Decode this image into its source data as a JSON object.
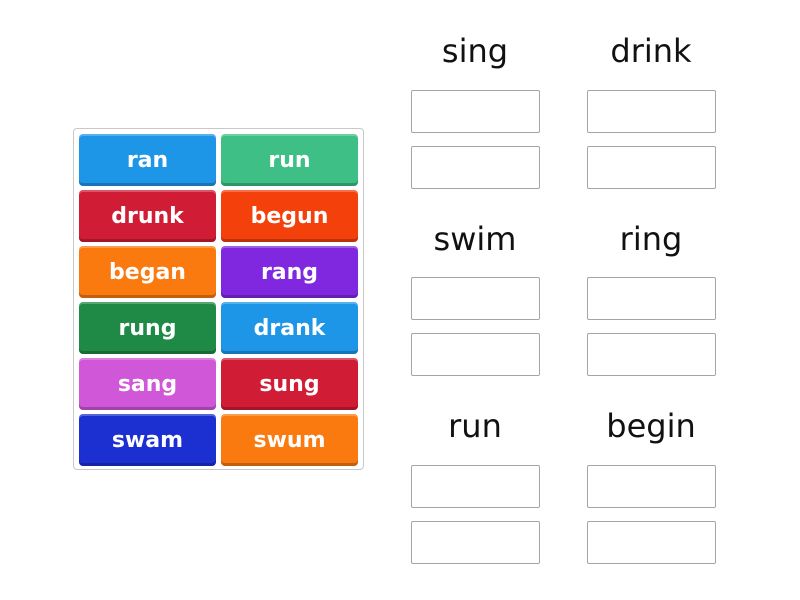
{
  "tiles": [
    {
      "label": "ran",
      "color": "#1e96e8"
    },
    {
      "label": "run",
      "color": "#3dbf85"
    },
    {
      "label": "drunk",
      "color": "#d11c35"
    },
    {
      "label": "begun",
      "color": "#f4410c"
    },
    {
      "label": "began",
      "color": "#fa7a10"
    },
    {
      "label": "rang",
      "color": "#7f28e0"
    },
    {
      "label": "rung",
      "color": "#1f8a45"
    },
    {
      "label": "drank",
      "color": "#1e96e8"
    },
    {
      "label": "sang",
      "color": "#cf57d8"
    },
    {
      "label": "sung",
      "color": "#d11c35"
    },
    {
      "label": "swam",
      "color": "#1c2fd0"
    },
    {
      "label": "swum",
      "color": "#fa7a10"
    }
  ],
  "groups": [
    {
      "title": "sing"
    },
    {
      "title": "drink"
    },
    {
      "title": "swim"
    },
    {
      "title": "ring"
    },
    {
      "title": "run"
    },
    {
      "title": "begin"
    }
  ]
}
